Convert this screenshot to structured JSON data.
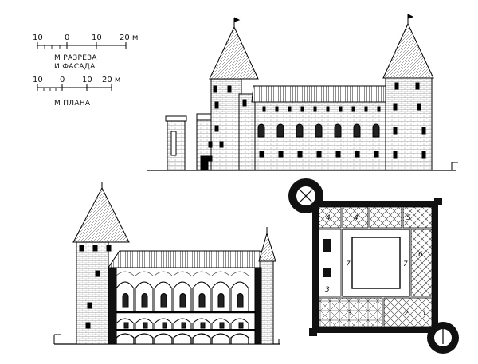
{
  "scale_section": {
    "ticks": [
      "10",
      "0",
      "10",
      "20 м"
    ],
    "caption_1": "м разреза",
    "caption_2": "и фасада"
  },
  "scale_plan": {
    "ticks": [
      "10",
      "0",
      "10",
      "20 м"
    ],
    "caption": "м плана"
  },
  "plan_room_numbers": [
    "1",
    "2",
    "3",
    "4",
    "4",
    "5",
    "6",
    "7",
    "7",
    "3"
  ]
}
